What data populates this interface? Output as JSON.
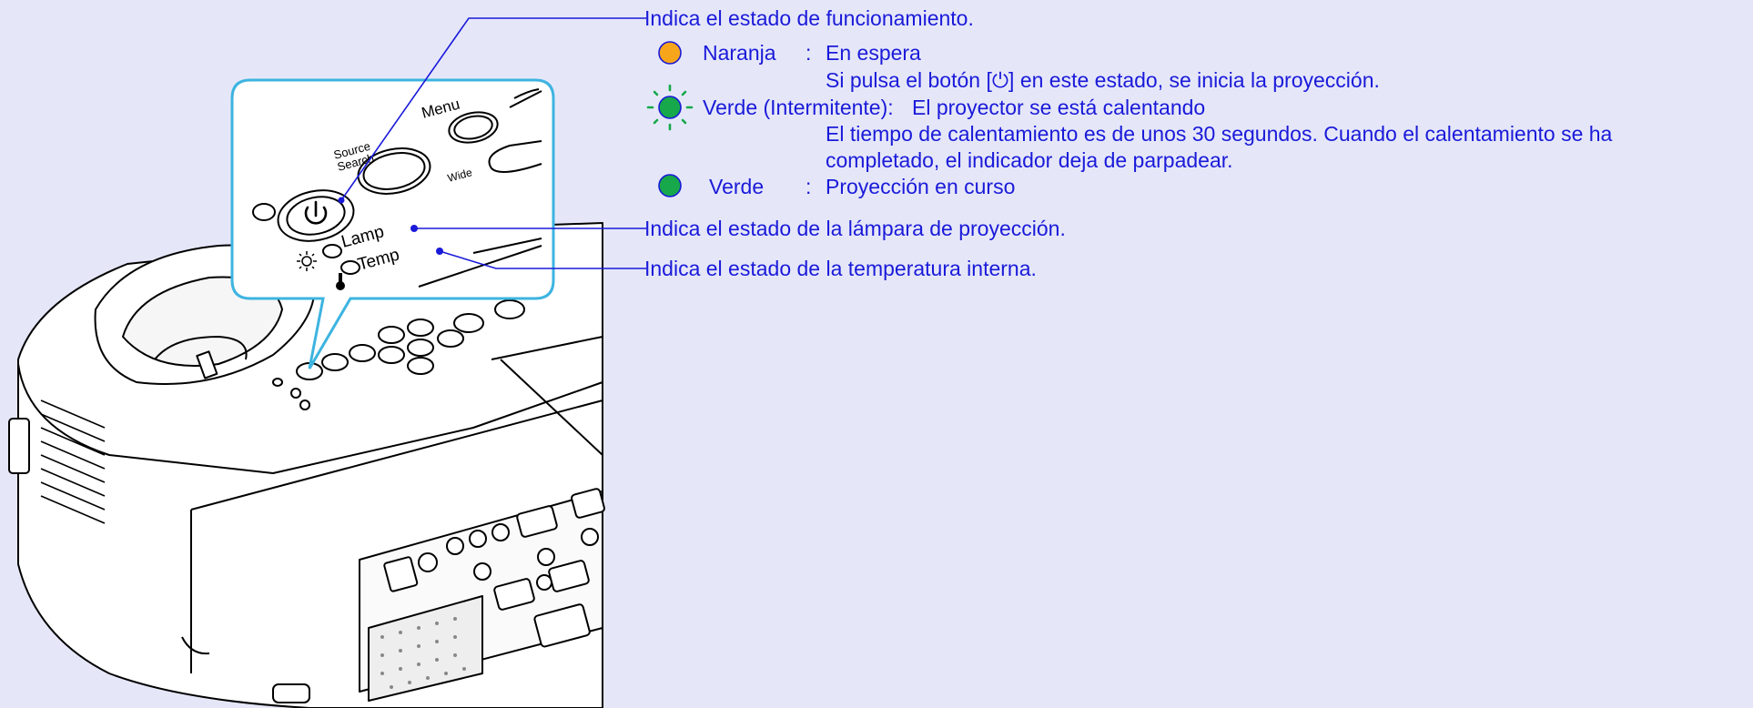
{
  "callouts": {
    "operation": "Indica el estado de funcionamiento.",
    "lamp": "Indica el estado de la lámpara de proyección.",
    "temp": "Indica el estado de la temperatura interna."
  },
  "states": {
    "orange": {
      "name": "Naranja",
      "sep": ":",
      "desc": "En espera",
      "detail": "Si pulsa el botón [⏻] en este estado, se inicia la proyección."
    },
    "green_blink": {
      "name": "Verde (Intermitente):",
      "desc": "El proyector se está calentando",
      "detail_1": "El tiempo de calentamiento es de unos 30 segundos. Cuando el calentamiento se ha",
      "detail_2": "completado, el indicador deja de parpadear."
    },
    "green": {
      "name": "Verde",
      "sep": ":",
      "desc": "Proyección en curso"
    }
  },
  "panel_labels": {
    "menu": "Menu",
    "source": "Source",
    "search": "Search",
    "wide": "Wide",
    "lamp": "Lamp",
    "temp": "Temp"
  },
  "colors": {
    "text": "#1a1ad9",
    "callout_line": "#1a1ad9",
    "orange_led": "#f7a61c",
    "green_led": "#16a84a",
    "zoom_border": "#3db4e0"
  }
}
